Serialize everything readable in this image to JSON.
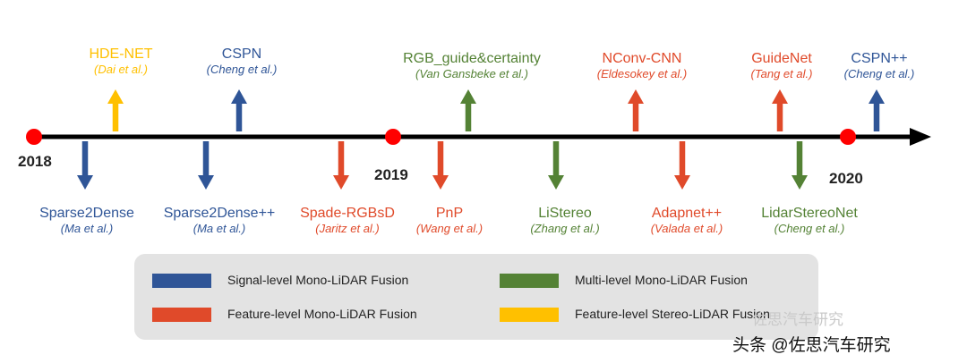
{
  "colors": {
    "signal": "#2f5597",
    "feature": "#e04a2a",
    "multi": "#548235",
    "stereo": "#ffc000",
    "axis": "#000000",
    "dot": "#ff0000"
  },
  "years": [
    "2018",
    "2019",
    "2020"
  ],
  "above": [
    {
      "name": "HDE-NET",
      "authors": "(Dai et al.)",
      "color": "stereo"
    },
    {
      "name": "CSPN",
      "authors": "(Cheng et al.)",
      "color": "signal"
    },
    {
      "name": "RGB_guide&certainty",
      "authors": "(Van Gansbeke et al.)",
      "color": "multi"
    },
    {
      "name": "NConv-CNN",
      "authors": "(Eldesokey et al.)",
      "color": "feature"
    },
    {
      "name": "GuideNet",
      "authors": "(Tang et al.)",
      "color": "feature"
    },
    {
      "name": "CSPN++",
      "authors": "(Cheng et al.)",
      "color": "signal"
    }
  ],
  "below": [
    {
      "name": "Sparse2Dense",
      "authors": "(Ma et al.)",
      "color": "signal"
    },
    {
      "name": "Sparse2Dense++",
      "authors": "(Ma et al.)",
      "color": "signal"
    },
    {
      "name": "Spade-RGBsD",
      "authors": "(Jaritz et al.)",
      "color": "feature"
    },
    {
      "name": "PnP",
      "authors": "(Wang et al.)",
      "color": "feature"
    },
    {
      "name": "LiStereo",
      "authors": "(Zhang et al.)",
      "color": "multi"
    },
    {
      "name": "Adapnet++",
      "authors": "(Valada et al.)",
      "color": "feature"
    },
    {
      "name": "LidarStereoNet",
      "authors": "(Cheng et al.)",
      "color": "multi"
    }
  ],
  "legend": [
    {
      "label": "Signal-level Mono-LiDAR Fusion",
      "color": "signal"
    },
    {
      "label": "Multi-level Mono-LiDAR Fusion",
      "color": "multi"
    },
    {
      "label": "Feature-level Mono-LiDAR Fusion",
      "color": "feature"
    },
    {
      "label": "Feature-level Stereo-LiDAR Fusion",
      "color": "stereo"
    }
  ],
  "watermark": {
    "faint": "佐思汽车研究",
    "main": "头条 @佐思汽车研究"
  }
}
